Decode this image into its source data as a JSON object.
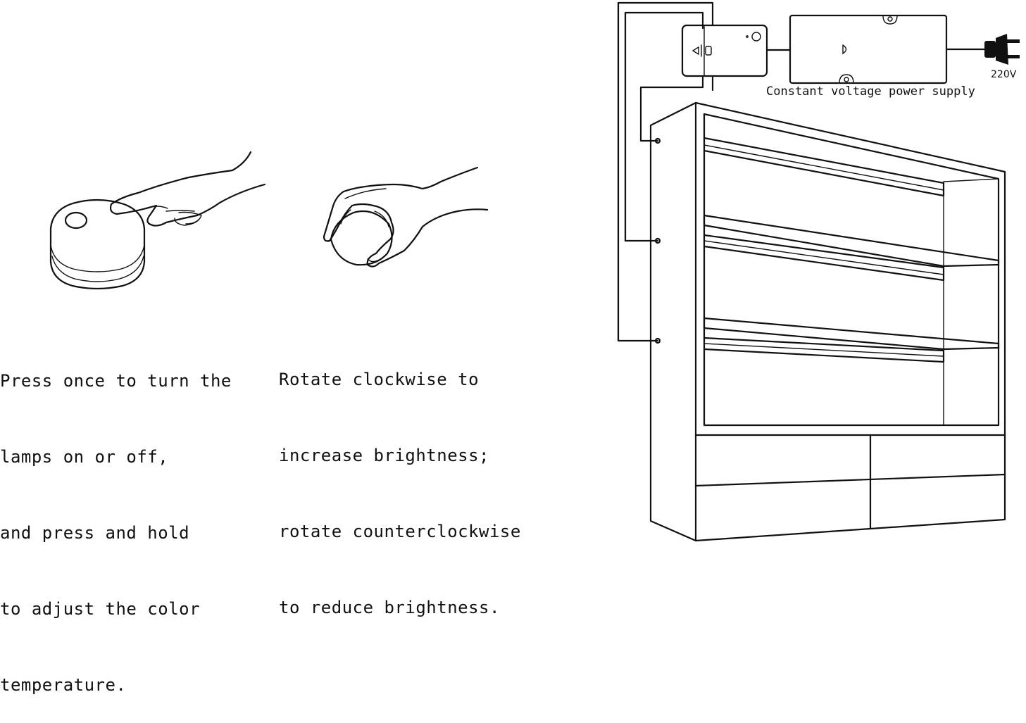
{
  "captions": {
    "press": [
      "Press once to turn the",
      "lamps on or off,",
      "and press and hold",
      "to adjust the color",
      "temperature."
    ],
    "rotate": [
      "Rotate clockwise to",
      "increase brightness;",
      "rotate counterclockwise",
      "to reduce brightness."
    ]
  },
  "wiring": {
    "power_supply_label": "Constant voltage power supply",
    "voltage_label": "220V"
  },
  "colors": {
    "line": "#111111",
    "background": "#ffffff"
  }
}
